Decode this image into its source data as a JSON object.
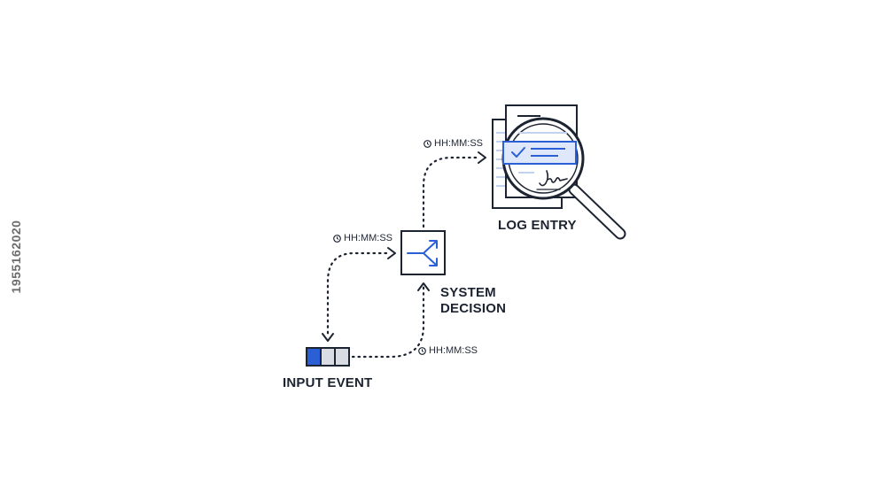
{
  "labels": {
    "input_event": "INPUT EVENT",
    "system_decision_line1": "SYSTEM",
    "system_decision_line2": "DECISION",
    "log_entry": "LOG ENTRY"
  },
  "timestamps": {
    "input_to_decision": "HH:MM:SS",
    "decision_to_input": "HH:MM:SS",
    "decision_to_log": "HH:MM:SS"
  },
  "side_id": "1955162020",
  "colors": {
    "stroke": "#1c2331",
    "accent": "#2a5fd6",
    "accent_light": "#dfe8fb",
    "neutral_fill": "#d9dde3",
    "doc_line": "#c3d2ef"
  },
  "icons": [
    "clock-icon",
    "split-arrow-icon",
    "magnifier-icon",
    "check-icon",
    "signature-icon",
    "document-icon"
  ]
}
